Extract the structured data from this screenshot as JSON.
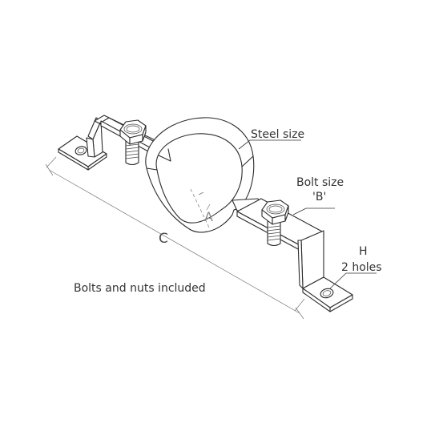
{
  "labels": {
    "steel_size": "Steel size",
    "bolt_size": "Bolt size",
    "bolt_code": "'B'",
    "hole_code": "H",
    "hole_count": "2 holes",
    "dim_c": "C",
    "dim_a": "A",
    "note": "Bolts and nuts included"
  },
  "colors": {
    "line": "#2b2b2b",
    "dimension": "#777777",
    "text": "#333333"
  }
}
